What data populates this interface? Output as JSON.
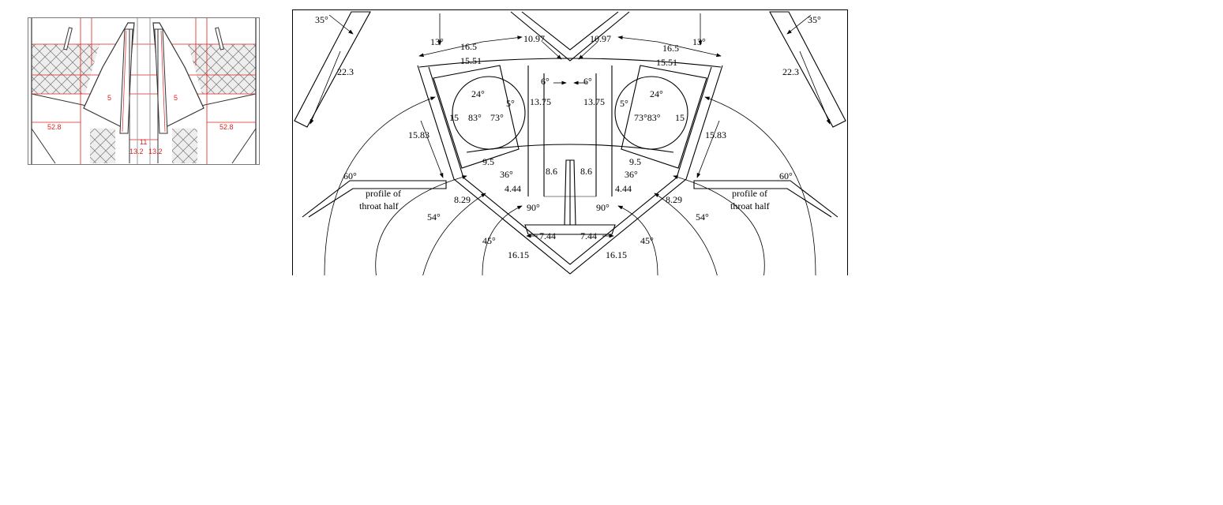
{
  "thumbnail": {
    "dims": [
      {
        "id": "t1",
        "text": "52.8"
      },
      {
        "id": "t2",
        "text": "52.8"
      },
      {
        "id": "t3",
        "text": "5"
      },
      {
        "id": "t4",
        "text": "5"
      },
      {
        "id": "t5",
        "text": "13.2"
      },
      {
        "id": "t6",
        "text": "11"
      },
      {
        "id": "t7",
        "text": "13.2"
      }
    ]
  },
  "drawing": {
    "left_notes": {
      "line1": "profile of",
      "line2": "throat half"
    },
    "right_notes": {
      "line1": "profile of",
      "line2": "throat half"
    },
    "dims": [
      {
        "id": "d1",
        "text": "35°"
      },
      {
        "id": "d2",
        "text": "22.3"
      },
      {
        "id": "d3",
        "text": "13°"
      },
      {
        "id": "d4",
        "text": "16.5"
      },
      {
        "id": "d5",
        "text": "15.51"
      },
      {
        "id": "d6",
        "text": "10.97"
      },
      {
        "id": "d7",
        "text": "10.97"
      },
      {
        "id": "d8",
        "text": "6°"
      },
      {
        "id": "d9",
        "text": "6°"
      },
      {
        "id": "d10",
        "text": "24°"
      },
      {
        "id": "d11",
        "text": "5°"
      },
      {
        "id": "d12",
        "text": "13.75"
      },
      {
        "id": "d13",
        "text": "13.75"
      },
      {
        "id": "d14",
        "text": "5°"
      },
      {
        "id": "d15",
        "text": "24°"
      },
      {
        "id": "d16",
        "text": "15"
      },
      {
        "id": "d17",
        "text": "83°"
      },
      {
        "id": "d18",
        "text": "73°"
      },
      {
        "id": "d19",
        "text": "73°83°"
      },
      {
        "id": "d20",
        "text": "15"
      },
      {
        "id": "d21",
        "text": "16.5"
      },
      {
        "id": "d22",
        "text": "15.51"
      },
      {
        "id": "d23",
        "text": "13°"
      },
      {
        "id": "d24",
        "text": "35°"
      },
      {
        "id": "d25",
        "text": "22.3"
      },
      {
        "id": "d26",
        "text": "15.83"
      },
      {
        "id": "d27",
        "text": "15.83"
      },
      {
        "id": "d28",
        "text": "9.5"
      },
      {
        "id": "d29",
        "text": "9.5"
      },
      {
        "id": "d30",
        "text": "36°"
      },
      {
        "id": "d31",
        "text": "36°"
      },
      {
        "id": "d32",
        "text": "8.6"
      },
      {
        "id": "d33",
        "text": "8.6"
      },
      {
        "id": "d34",
        "text": "4.44"
      },
      {
        "id": "d35",
        "text": "4.44"
      },
      {
        "id": "d36",
        "text": "8.29"
      },
      {
        "id": "d37",
        "text": "8.29"
      },
      {
        "id": "d38",
        "text": "60°"
      },
      {
        "id": "d39",
        "text": "60°"
      },
      {
        "id": "d40",
        "text": "54°"
      },
      {
        "id": "d41",
        "text": "54°"
      },
      {
        "id": "d42",
        "text": "90°"
      },
      {
        "id": "d43",
        "text": "90°"
      },
      {
        "id": "d44",
        "text": "7.44"
      },
      {
        "id": "d45",
        "text": "7.44"
      },
      {
        "id": "d46",
        "text": "45°"
      },
      {
        "id": "d47",
        "text": "45°"
      },
      {
        "id": "d48",
        "text": "16.15"
      },
      {
        "id": "d49",
        "text": "16.15"
      }
    ]
  }
}
